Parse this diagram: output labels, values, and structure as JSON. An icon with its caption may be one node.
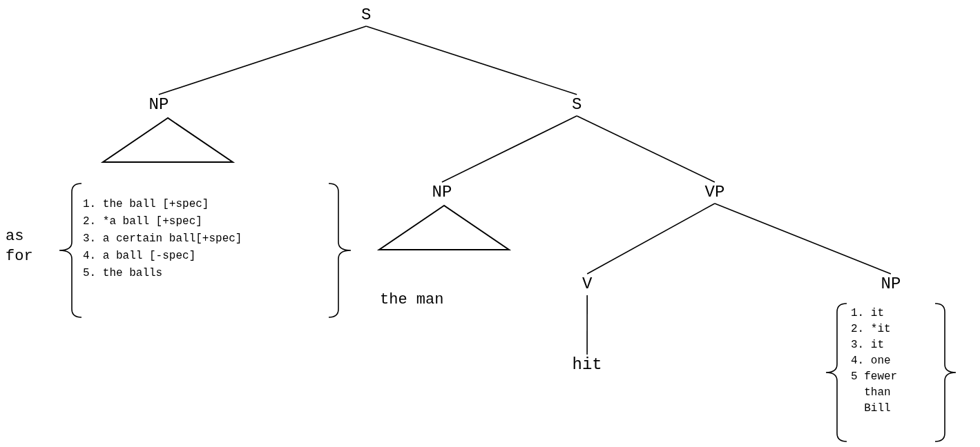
{
  "diagram": {
    "nodes": [
      {
        "text": [
          "S"
        ]
      },
      {
        "text": [
          "NP"
        ]
      },
      {
        "text": [],
        "shape": "triangle"
      },
      {
        "text": [
          "S"
        ]
      },
      {
        "text": [
          "NP"
        ]
      },
      {
        "text": [],
        "shape": "triangle"
      },
      {
        "text": [
          "VP"
        ]
      },
      {
        "text": [
          "V"
        ]
      },
      {
        "text": [
          "NP"
        ]
      },
      {
        "text": [
          "hit"
        ]
      }
    ],
    "edges": [
      {
        "from": 0,
        "to": 1,
        "arrow": "none"
      },
      {
        "from": 0,
        "to": 3,
        "arrow": "none"
      },
      {
        "from": 3,
        "to": 4,
        "arrow": "none"
      },
      {
        "from": 3,
        "to": 6,
        "arrow": "none"
      },
      {
        "from": 6,
        "to": 7,
        "arrow": "none"
      },
      {
        "from": 6,
        "to": 8,
        "arrow": "none"
      },
      {
        "from": 7,
        "to": 9,
        "arrow": "none"
      }
    ],
    "labels": [
      "as for",
      "1. the ball [+spec]",
      "2. *a ball [+spec]",
      "3. a certain ball[+spec]",
      "4. a ball [-spec]",
      "5. the balls",
      "the man",
      "1. it",
      "2. *it",
      "3. it",
      "4. one",
      "5 fewer than Bill"
    ]
  }
}
